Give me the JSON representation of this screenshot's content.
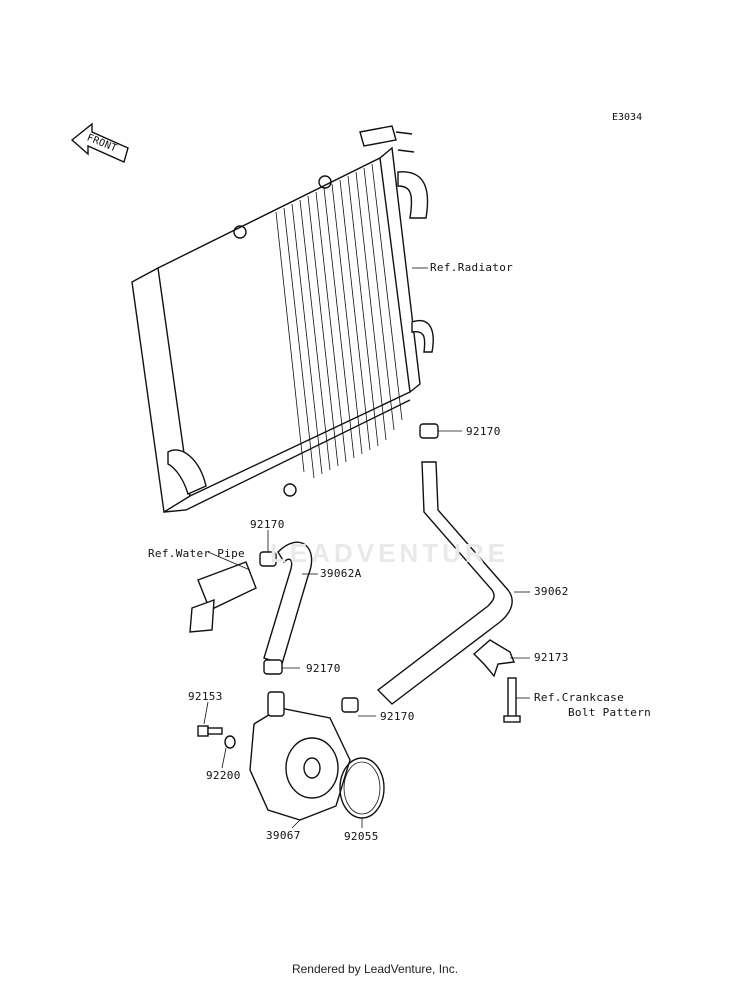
{
  "diagram_id": "E3034",
  "front_label": "FRONT",
  "watermark": "LEADVENTURE",
  "footer": "Rendered by LeadVenture, Inc.",
  "labels": {
    "ref_radiator": "Ref.Radiator",
    "p92170_top": "92170",
    "p92170_left": "92170",
    "ref_water_pipe": "Ref.Water Pipe",
    "p39062a": "39062A",
    "p39062": "39062",
    "p92173": "92173",
    "p92170_mid": "92170",
    "ref_crankcase": "Ref.Crankcase",
    "bolt_pattern": "Bolt Pattern",
    "p92153": "92153",
    "p92170_low": "92170",
    "p92200": "92200",
    "p39067": "39067",
    "p92055": "92055"
  }
}
